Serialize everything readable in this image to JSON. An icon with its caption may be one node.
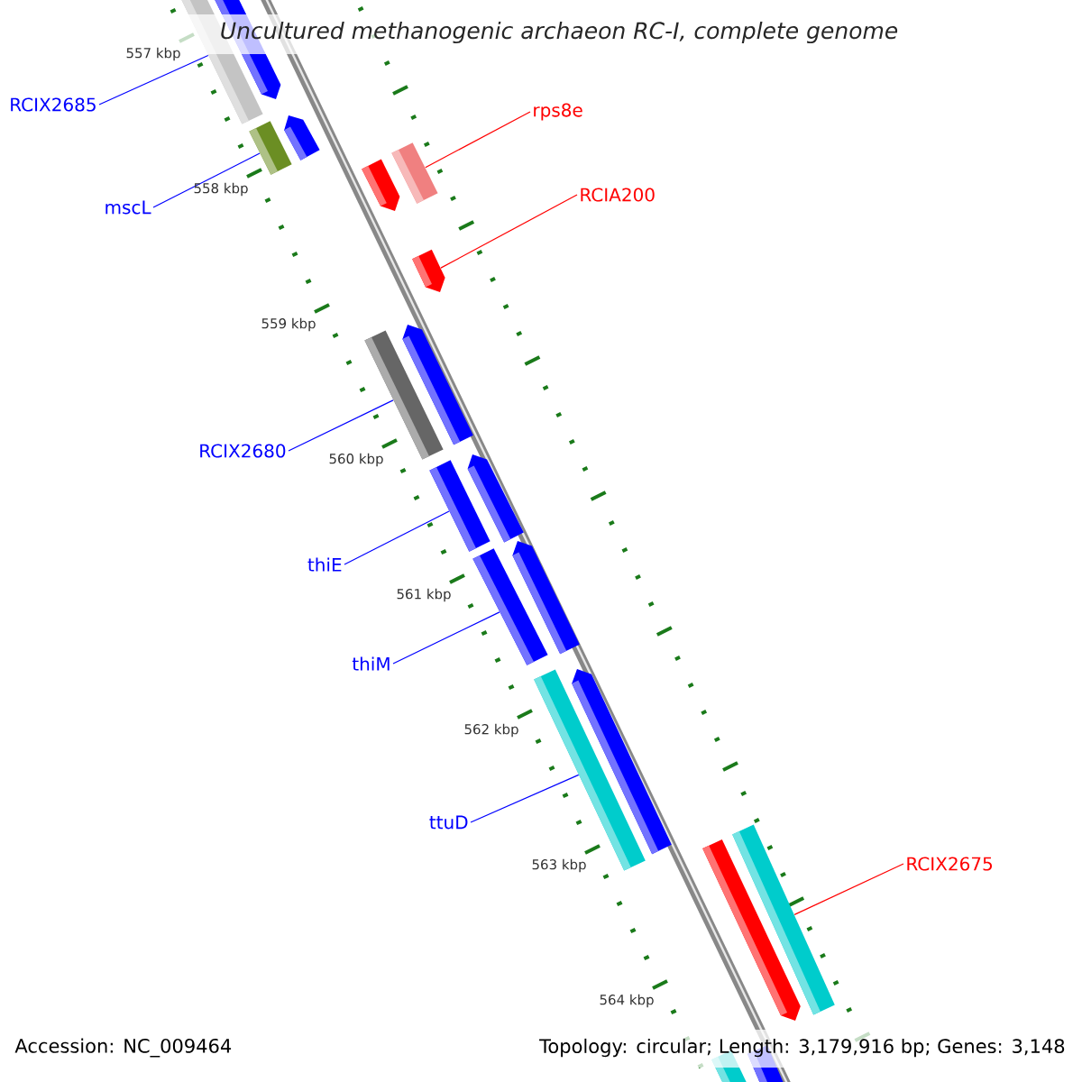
{
  "diagram": {
    "title": "Uncultured methanogenic archaeon RC-I, complete genome",
    "nodes": [
      {
        "text": [
          "RCIX2685"
        ]
      },
      {
        "text": [
          "mscL"
        ]
      },
      {
        "text": [
          "rps8e"
        ]
      },
      {
        "text": [
          "RCIA200"
        ]
      },
      {
        "text": [
          "RCIX2680"
        ]
      },
      {
        "text": [
          "thiE"
        ]
      },
      {
        "text": [
          "thiM"
        ]
      },
      {
        "text": [
          "ttuD"
        ]
      },
      {
        "text": [
          "RCIX2675"
        ]
      },
      {
        "text": [],
        "shape": "bar"
      },
      {
        "text": [],
        "shape": "bar"
      },
      {
        "text": [],
        "shape": "bar"
      },
      {
        "text": [],
        "shape": "bar"
      },
      {
        "text": [],
        "shape": "bar"
      },
      {
        "text": [],
        "shape": "bar"
      },
      {
        "text": [],
        "shape": "bar"
      },
      {
        "text": [],
        "shape": "bar"
      },
      {
        "text": [],
        "shape": "bar"
      },
      {
        "text": [],
        "shape": "bar"
      },
      {
        "text": [],
        "shape": "bar"
      },
      {
        "text": [],
        "shape": "bar"
      },
      {
        "text": [],
        "shape": "bar"
      },
      {
        "text": [],
        "shape": "bar"
      },
      {
        "text": [],
        "shape": "bar"
      },
      {
        "text": [],
        "shape": "bar"
      },
      {
        "text": [],
        "shape": "bar"
      },
      {
        "text": [],
        "shape": "bar"
      },
      {
        "text": [],
        "shape": "bar"
      }
    ],
    "edges": [
      {
        "from": 0,
        "to": 9,
        "arrow": "none"
      },
      {
        "from": 1,
        "to": 10,
        "arrow": "none"
      },
      {
        "from": 2,
        "to": 11,
        "arrow": "none",
        "color": "#ff0000"
      },
      {
        "from": 3,
        "to": 12,
        "arrow": "none",
        "color": "#ff0000"
      },
      {
        "from": 4,
        "to": 13,
        "arrow": "none"
      },
      {
        "from": 5,
        "to": 14,
        "arrow": "none"
      },
      {
        "from": 6,
        "to": 15,
        "arrow": "none"
      },
      {
        "from": 7,
        "to": 16,
        "arrow": "none"
      },
      {
        "from": 8,
        "to": 17,
        "arrow": "none",
        "color": "#ff0000"
      }
    ],
    "labels": [
      "557 kbp",
      "558 kbp",
      "559 kbp",
      "560 kbp",
      "561 kbp",
      "562 kbp",
      "563 kbp",
      "564 kbp",
      "Accession: NC_009464",
      "Topology: circular; Length: 3,179,916 bp; Genes: 3,148"
    ]
  }
}
